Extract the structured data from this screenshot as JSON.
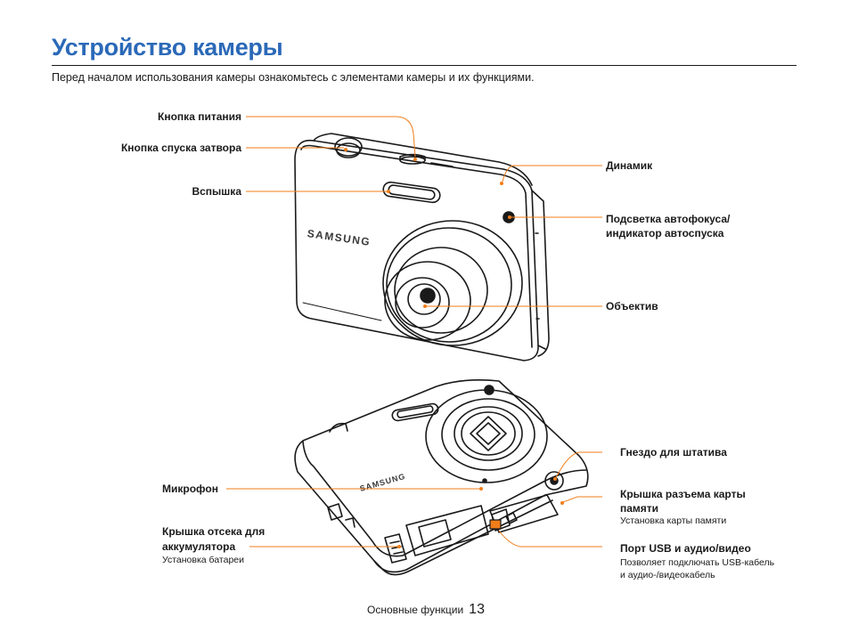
{
  "page": {
    "title": "Устройство камеры",
    "intro": "Перед началом использования камеры ознакомьтесь с элементами камеры и их функциями."
  },
  "camera_front": {
    "brand": "SAMSUNG",
    "labels": {
      "power_button": "Кнопка питания",
      "shutter_button": "Кнопка спуска затвора",
      "flash": "Вспышка",
      "speaker": "Динамик",
      "af_lamp_line1": "Подсветка автофокуса/",
      "af_lamp_line2": "индикатор автоспуска",
      "lens": "Объектив"
    }
  },
  "camera_bottom": {
    "brand": "SAMSUNG",
    "labels": {
      "microphone": "Микрофон",
      "battery_cover_line1": "Крышка отсека для",
      "battery_cover_line2": "аккумулятора",
      "battery_cover_note": "Установка батареи",
      "tripod": "Гнездо для штатива",
      "card_cover_line1": "Крышка разъема карты",
      "card_cover_line2": "памяти",
      "card_cover_note": "Установка карты памяти",
      "usb_port": "Порт USB и аудио/видео",
      "usb_note_line1": "Позволяет подключать USB-кабель",
      "usb_note_line2": "и аудио-/видеокабель"
    }
  },
  "footer": {
    "section": "Основные функции",
    "page_number": "13"
  },
  "colors": {
    "title": "#2b69b8",
    "callout": "#f07d1a",
    "outline": "#1a1a1a"
  }
}
